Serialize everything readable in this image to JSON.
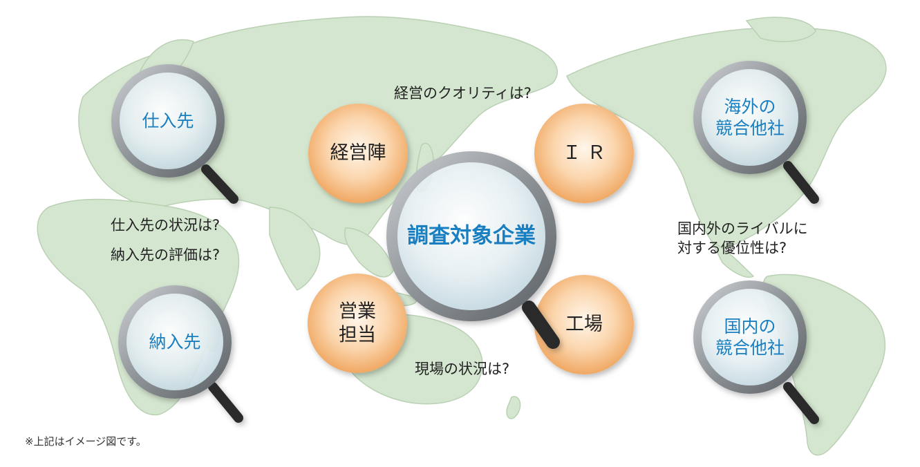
{
  "colors": {
    "land": "#d4e6cf",
    "land_edge": "#b9d0b3",
    "lens_text": "#1a7fc0",
    "orb_center": "#fff6ea",
    "orb_edge": "#f2ae6e",
    "ring_light": "#a9adb2",
    "ring_dark": "#6b7076",
    "glass_center": "#ffffff",
    "glass_edge": "#c9dde6",
    "handle": "#2c2c2c"
  },
  "center_lens": {
    "label": "調査対象企業"
  },
  "lenses": [
    {
      "id": "shiiresaki",
      "label": "仕入先"
    },
    {
      "id": "nounyusaki",
      "label": "納入先"
    },
    {
      "id": "kaigai",
      "label": "海外の\n競合他社"
    },
    {
      "id": "kokunai",
      "label": "国内の\n競合他社"
    }
  ],
  "orbs": [
    {
      "id": "keieijin",
      "label": "経営陣"
    },
    {
      "id": "ir",
      "label": "Ｉ Ｒ"
    },
    {
      "id": "eigyo",
      "label": "営業\n担当"
    },
    {
      "id": "kojo",
      "label": "工場"
    }
  ],
  "questions": {
    "management_quality": "経営のクオリティは?",
    "supplier_status": "仕入先の状況は?",
    "customer_evaluation": "納入先の評価は?",
    "rivals_line1": "国内外のライバルに",
    "rivals_line2": "対する優位性は?",
    "site_status": "現場の状況は?"
  },
  "note": "※上記はイメージ図です。",
  "icons": [
    "magnifying-glass-icon"
  ]
}
